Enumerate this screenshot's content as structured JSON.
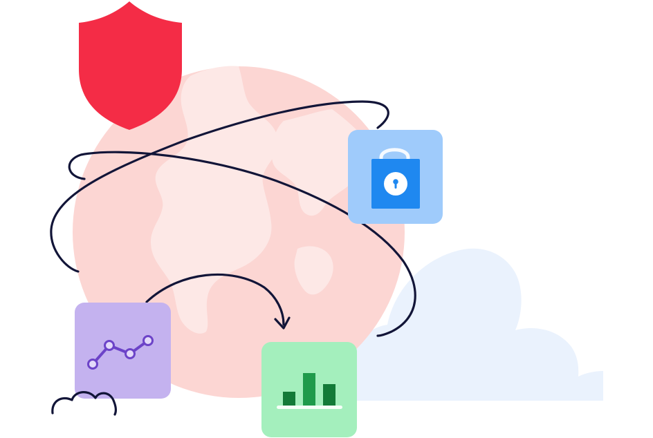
{
  "illustration": {
    "elements": [
      "globe",
      "cloud",
      "shield-icon",
      "lock-icon",
      "line-chart-icon",
      "bar-chart-icon",
      "orbit-path",
      "arrow-path",
      "bush"
    ]
  },
  "colors": {
    "globe_ocean": "#fcd6d3",
    "globe_land": "#fde8e6",
    "cloud": "#eaf2fd",
    "shield": "#f42c46",
    "lock_tile": "#9fcbfb",
    "lock_body": "#1f88f0",
    "line_chart_tile": "#c4b2ef",
    "line_chart_stroke": "#6c43c8",
    "bar_chart_tile": "#a4efbd",
    "bar_chart_bar": "#1f9a4b",
    "bar_chart_bar_dark": "#137a38",
    "path": "#121538"
  }
}
